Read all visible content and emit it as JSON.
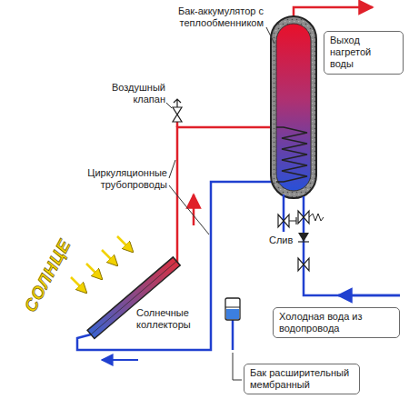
{
  "diagram": {
    "nodes": [
      {
        "text": [
          "Выход нагретой воды"
        ]
      },
      {
        "text": [
          "Холодная вода из водопровода"
        ]
      },
      {
        "text": [
          "Бак расширительный мембранный"
        ]
      }
    ],
    "labels": [
      "Бак-аккумулятор с теплообменником",
      "Воздушный клапан",
      "Циркуляционные трубопроводы",
      "СОЛНЦЕ",
      "Солнечные коллекторы",
      "Слив"
    ]
  }
}
